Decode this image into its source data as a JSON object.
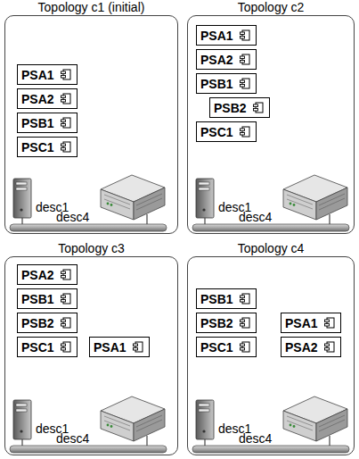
{
  "diagram": {
    "nodes": [
      {
        "text": [
          "Topology c1 (initial)"
        ]
      },
      {
        "text": [
          "PSA1"
        ],
        "in": 0
      },
      {
        "text": [
          "PSA2"
        ],
        "in": 0
      },
      {
        "text": [
          "PSB1"
        ],
        "in": 0
      },
      {
        "text": [
          "PSC1"
        ],
        "in": 0
      },
      {
        "text": [
          "Topology c2"
        ]
      },
      {
        "text": [
          "PSA1"
        ],
        "in": 5
      },
      {
        "text": [
          "PSA2"
        ],
        "in": 5
      },
      {
        "text": [
          "PSB1"
        ],
        "in": 5
      },
      {
        "text": [
          "PSB2"
        ],
        "in": 5
      },
      {
        "text": [
          "PSC1"
        ],
        "in": 5
      },
      {
        "text": [
          "Topology c3"
        ]
      },
      {
        "text": [
          "PSA2"
        ],
        "in": 11
      },
      {
        "text": [
          "PSB1"
        ],
        "in": 11
      },
      {
        "text": [
          "PSB2"
        ],
        "in": 11
      },
      {
        "text": [
          "PSC1"
        ],
        "in": 11
      },
      {
        "text": [
          "PSA1"
        ],
        "in": 11
      },
      {
        "text": [
          "Topology c4"
        ]
      },
      {
        "text": [
          "PSB1"
        ],
        "in": 17
      },
      {
        "text": [
          "PSB2"
        ],
        "in": 17
      },
      {
        "text": [
          "PSC1"
        ],
        "in": 17
      },
      {
        "text": [
          "PSA1"
        ],
        "in": 17
      },
      {
        "text": [
          "PSA2"
        ],
        "in": 17
      }
    ],
    "labels": [
      "desc1",
      "desc4",
      "desc1",
      "desc4",
      "desc1",
      "desc4",
      "desc1",
      "desc4"
    ]
  }
}
